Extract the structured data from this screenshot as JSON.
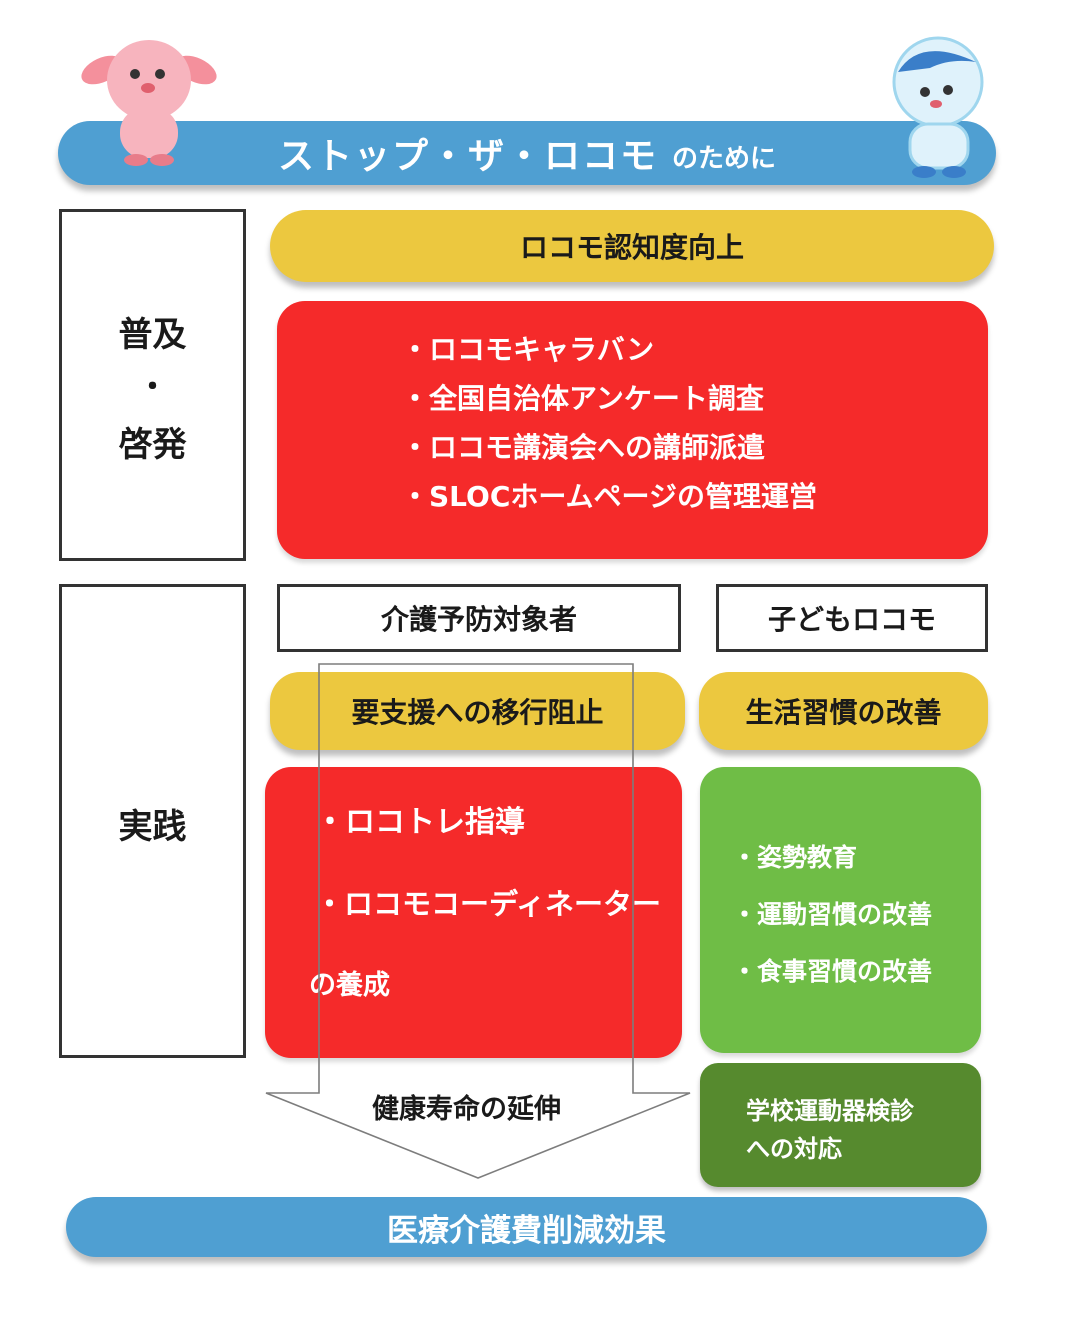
{
  "header": {
    "title_main": "ストップ・ザ・ロコモ",
    "title_suffix": "のために"
  },
  "section_fukyu": {
    "label_line1": "普及",
    "label_dot": "・",
    "label_line2": "啓発",
    "banner": "ロコモ認知度向上",
    "items": [
      "・ロコモキャラバン",
      "・全国自治体アンケート調査",
      "・ロコモ講演会への講師派遣",
      "・SLOCホームページの管理運営"
    ]
  },
  "section_jissen": {
    "label": "実践",
    "left": {
      "target": "介護予防対象者",
      "goal": "要支援への移行阻止",
      "item1": "・ロコトレ指導",
      "item2": "・ロコモコーディネーター",
      "item2_cont": "の養成",
      "arrow_label": "健康寿命の延伸"
    },
    "right": {
      "target": "子どもロコモ",
      "goal": "生活習慣の改善",
      "items": [
        "・姿勢教育",
        "・運動習慣の改善",
        "・食事習慣の改善"
      ],
      "school_line1": "学校運動器検診",
      "school_line2": "への対応"
    }
  },
  "footer": {
    "label": "医療介護費削減効果"
  },
  "colors": {
    "blue": "#4f9fd2",
    "yellow": "#ecc83f",
    "red": "#f52a2a",
    "green": "#6fbd46",
    "dark_green": "#568a2e"
  }
}
